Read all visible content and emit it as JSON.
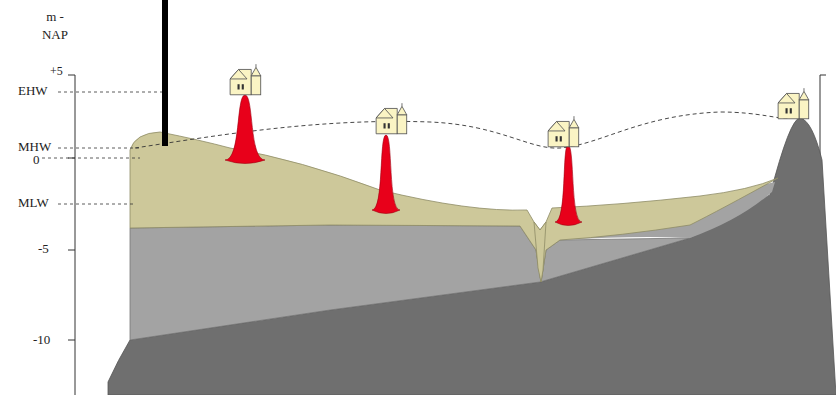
{
  "diagram": {
    "labels": [
      "m -NAP",
      "+5",
      "EHW",
      "MHW",
      "0",
      "MLW",
      "-5",
      "-10"
    ]
  }
}
